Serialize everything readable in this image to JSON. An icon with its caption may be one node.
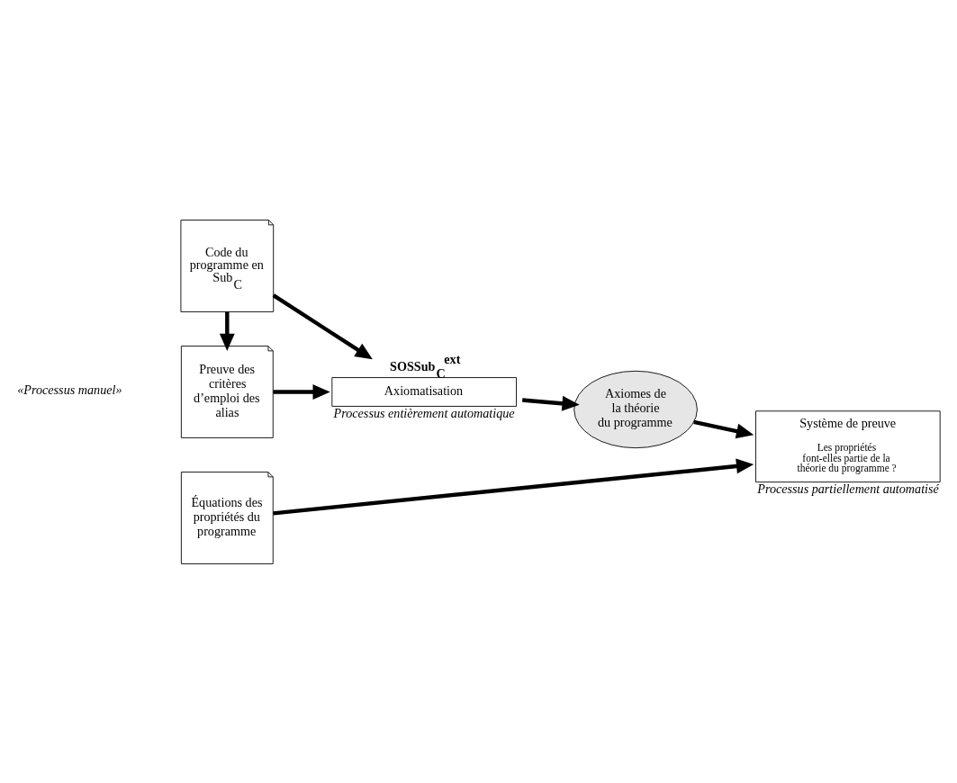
{
  "diagram": {
    "nodes": [
      {
        "text": [
          "Code du programme en Sub$_{C}$"
        ]
      },
      {
        "text": [
          "Preuve des critères d’emploi des alias"
        ]
      },
      {
        "text": [
          "Équations des propriétés du programme"
        ]
      },
      {
        "text": [
          "SOSSub$_{C}$$^{ext}$",
          "Axiomatisation"
        ],
        "beside": [
          "Processus entièrement automatique"
        ]
      },
      {
        "text": [
          "Axiomes de la théorie du programme"
        ]
      },
      {
        "text": [
          "Système de preuve",
          "Les propriétés font-elles partie de la théorie du programme ?"
        ],
        "beside": [
          "Processus partiellement automatisé"
        ]
      }
    ],
    "edges": [
      {
        "from": 0,
        "to": 3,
        "arrow": "to"
      },
      {
        "from": 0,
        "to": 1,
        "arrow": "to"
      },
      {
        "from": 3,
        "to": 4,
        "arrow": "to"
      },
      {
        "from": 1,
        "to": 3,
        "arrow": "to"
      },
      {
        "from": 4,
        "to": 5,
        "arrow": "to"
      },
      {
        "from": 2,
        "to": 5,
        "arrow": "to"
      }
    ],
    "labels": [
      "«Processus manuel»"
    ]
  }
}
